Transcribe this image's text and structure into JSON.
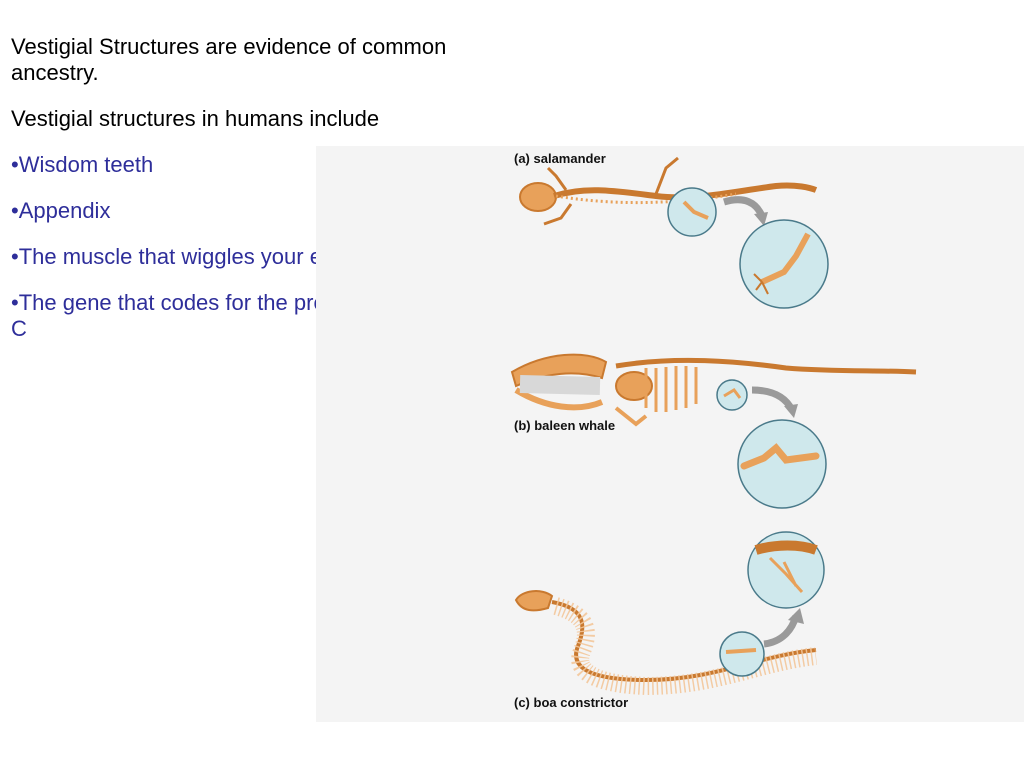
{
  "text": {
    "heading1": "Vestigial Structures are evidence of common ancestry.",
    "heading2": "Vestigial structures in humans include",
    "bullets": [
      "•Wisdom teeth",
      "•Appendix",
      "•The muscle that wiggles your ears",
      "•The gene that codes for the production of Vitamin C"
    ]
  },
  "figure": {
    "labels": {
      "a": "(a) salamander",
      "b": "(b) baleen whale",
      "c": "(c) boa constrictor"
    }
  },
  "colors": {
    "bullet_text": "#2e2e9a",
    "bone": "#e8a15a",
    "bone_dark": "#c9792f",
    "lens_fill": "#cfe8ec",
    "lens_stroke": "#4a7a8a",
    "arrow": "#9a9a9a",
    "panel_bg": "#f4f4f4"
  }
}
